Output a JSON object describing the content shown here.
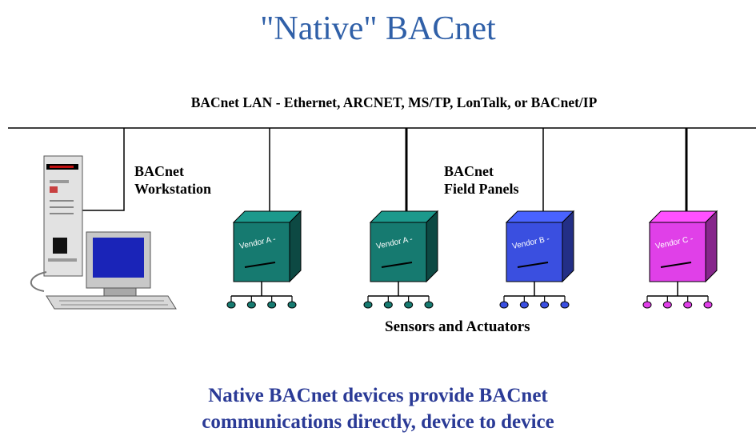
{
  "title": "\"Native\" BACnet",
  "lan_label": "BACnet LAN - Ethernet, ARCNET, MS/TP, LonTalk, or BACnet/IP",
  "workstation_label": [
    "BACnet",
    "Workstation"
  ],
  "field_panels_label": [
    "BACnet",
    "Field Panels"
  ],
  "sensors_label": "Sensors and Actuators",
  "caption": [
    "Native BACnet devices provide BACnet",
    "communications directly, device to device"
  ],
  "panels": [
    {
      "vendor": "Vendor A",
      "color": "#167a70"
    },
    {
      "vendor": "Vendor A",
      "color": "#167a70"
    },
    {
      "vendor": "Vendor B",
      "color": "#3a4fe0"
    },
    {
      "vendor": "Vendor C",
      "color": "#e040e8"
    }
  ],
  "colors": {
    "title": "#3060a8",
    "caption": "#2a3a96"
  }
}
